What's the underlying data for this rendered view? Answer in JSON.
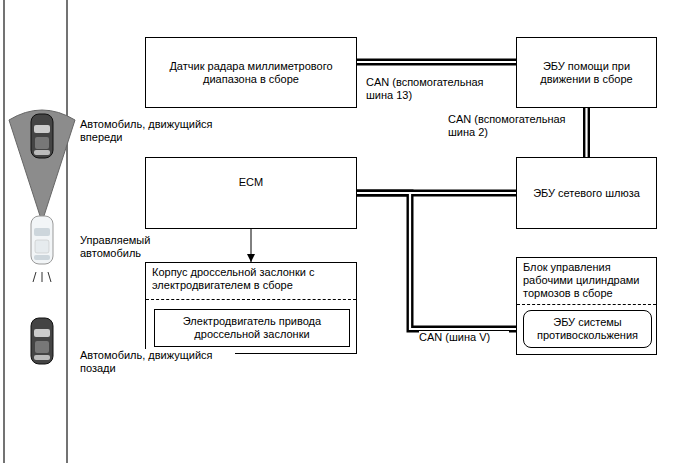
{
  "diagram": {
    "nodes": [
      {
        "text": [
          "Датчик радара миллиметрового диапазона в сборе"
        ]
      },
      {
        "text": [
          "ЭБУ помощи при движении в сборе"
        ]
      },
      {
        "text": [
          "ECM"
        ]
      },
      {
        "text": [
          "ЭБУ сетевого шлюза"
        ]
      },
      {
        "text": [
          "Корпус дроссельной заслонки с электродвигателем в сборе"
        ]
      },
      {
        "text": [
          "Электродвигатель привода дроссельной заслонки"
        ],
        "in": 4
      },
      {
        "text": [
          "Блок управления рабочими цилиндрами тормозов в сборе"
        ]
      },
      {
        "text": [
          "ЭБУ системы противоскольжения"
        ],
        "in": 6
      }
    ],
    "edges": [
      {
        "from": 0,
        "to": 1,
        "label": "CAN (вспомогательная шина 13)",
        "arrow": "none"
      },
      {
        "from": 1,
        "to": 3,
        "label": "CAN (вспомогательная шина 2)",
        "arrow": "none"
      },
      {
        "from": 2,
        "to": 3,
        "arrow": "none"
      },
      {
        "from": 2,
        "to": 7,
        "label": "CAN (шина V)",
        "arrow": "none"
      },
      {
        "from": 2,
        "to": 4,
        "arrow": "to"
      }
    ],
    "labels": [
      "Автомобиль, движущийся впереди",
      "Управляемый автомобиль",
      "Автомобиль, движущийся позади"
    ]
  }
}
